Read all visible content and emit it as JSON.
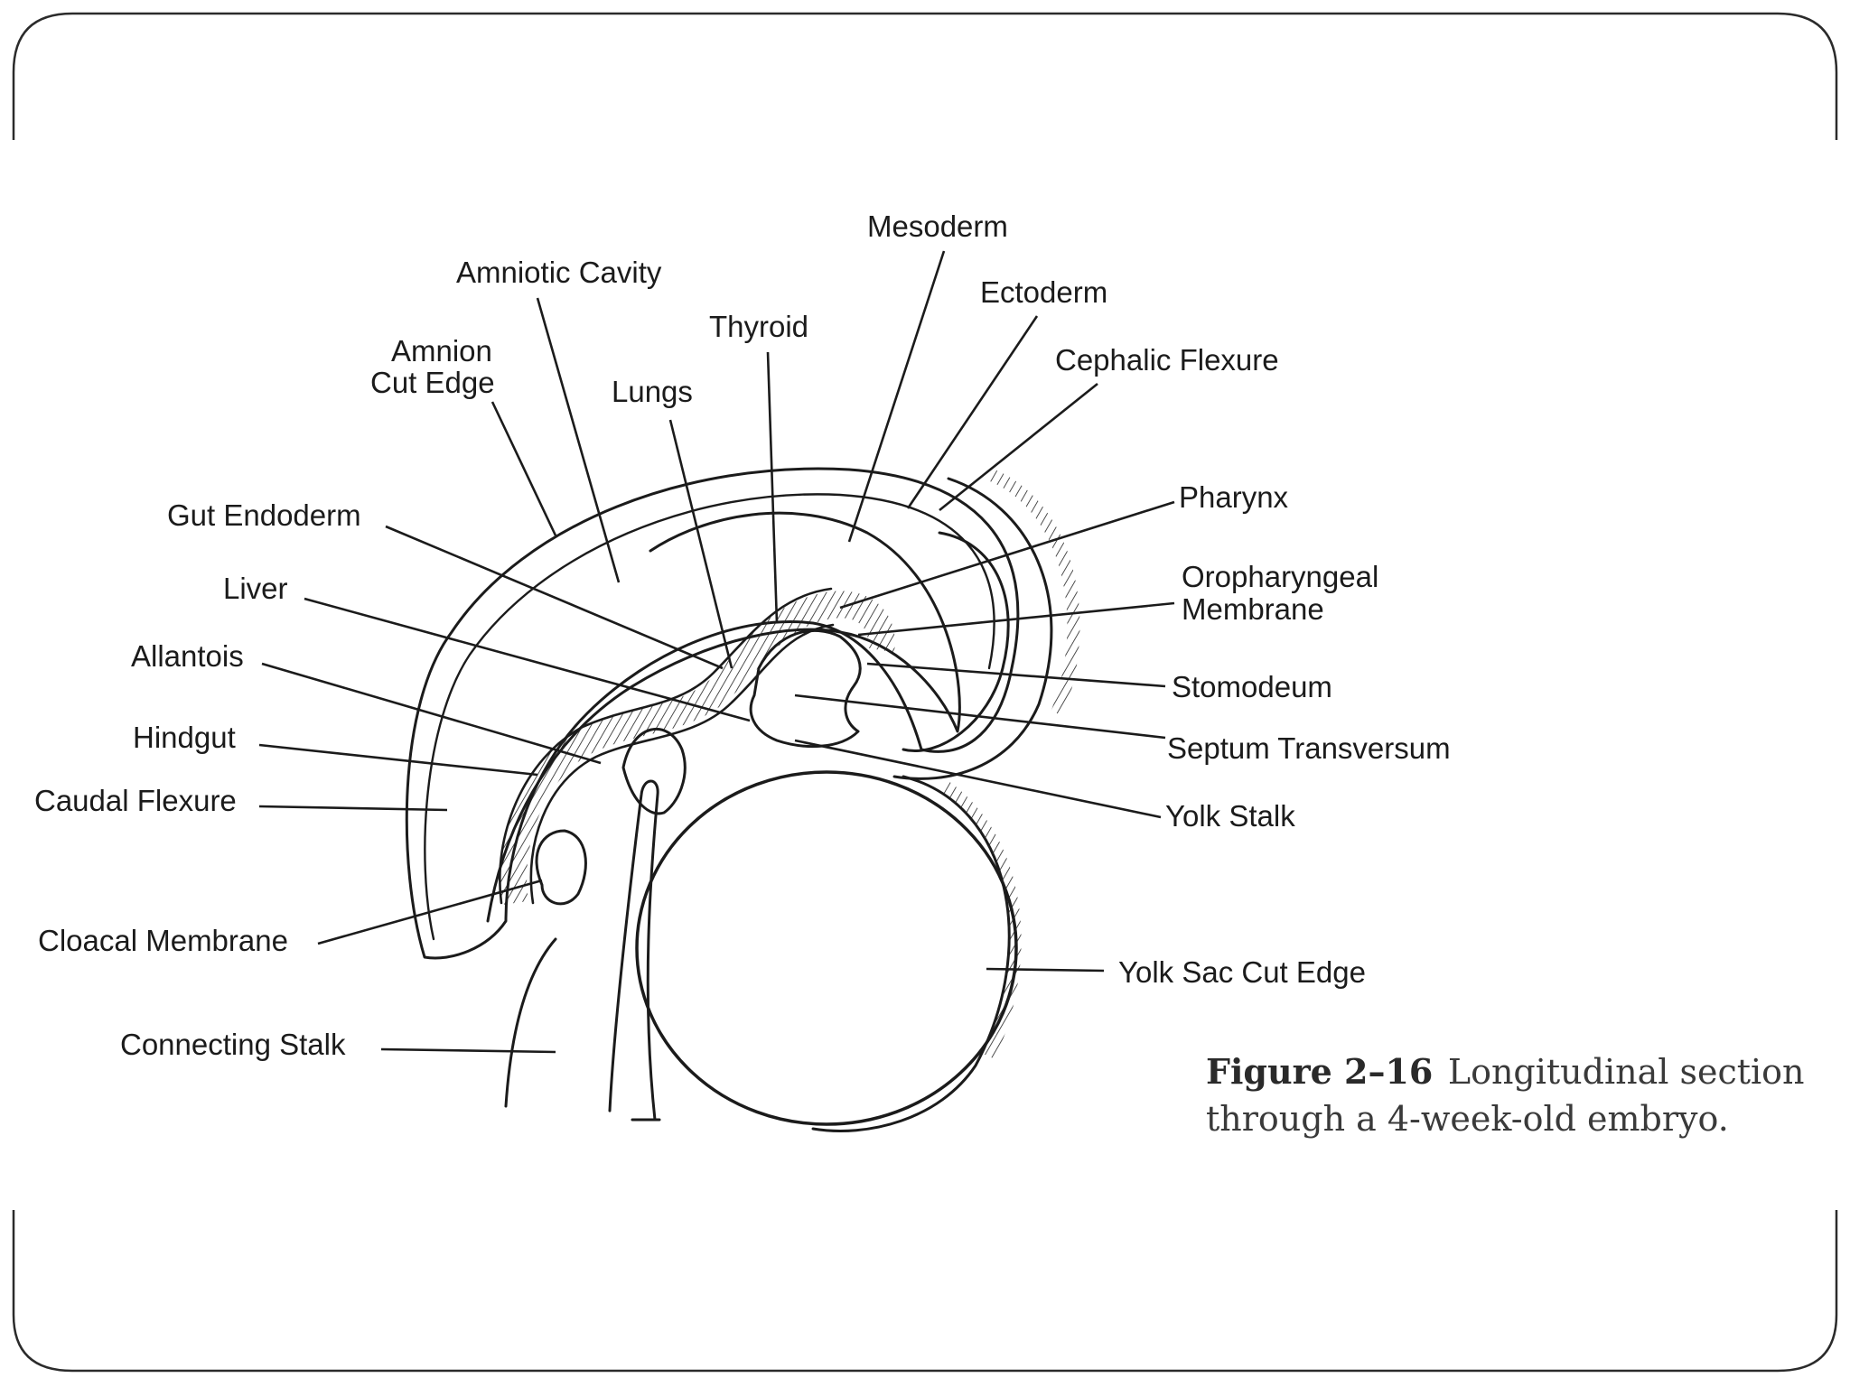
{
  "labels": {
    "mesoderm": "Mesoderm",
    "amniotic_cavity": "Amniotic Cavity",
    "ectoderm": "Ectoderm",
    "thyroid": "Thyroid",
    "amnion_cut_edge_1": "Amnion",
    "amnion_cut_edge_2": "Cut Edge",
    "cephalic_flexure": "Cephalic Flexure",
    "lungs": "Lungs",
    "pharynx": "Pharynx",
    "gut_endoderm": "Gut Endoderm",
    "oropharyngeal_membrane_1": "Oropharyngeal",
    "oropharyngeal_membrane_2": "Membrane",
    "liver": "Liver",
    "allantois": "Allantois",
    "stomodeum": "Stomodeum",
    "hindgut": "Hindgut",
    "septum_transversum": "Septum Transversum",
    "caudal_flexure": "Caudal Flexure",
    "yolk_stalk": "Yolk Stalk",
    "cloacal_membrane": "Cloacal Membrane",
    "yolk_sac_cut_edge": "Yolk Sac Cut Edge",
    "connecting_stalk": "Connecting Stalk"
  },
  "caption": {
    "figure_number": "Figure 2–16",
    "line1_rest": "Longitudinal section",
    "line2": "through a 4-week-old embryo."
  }
}
